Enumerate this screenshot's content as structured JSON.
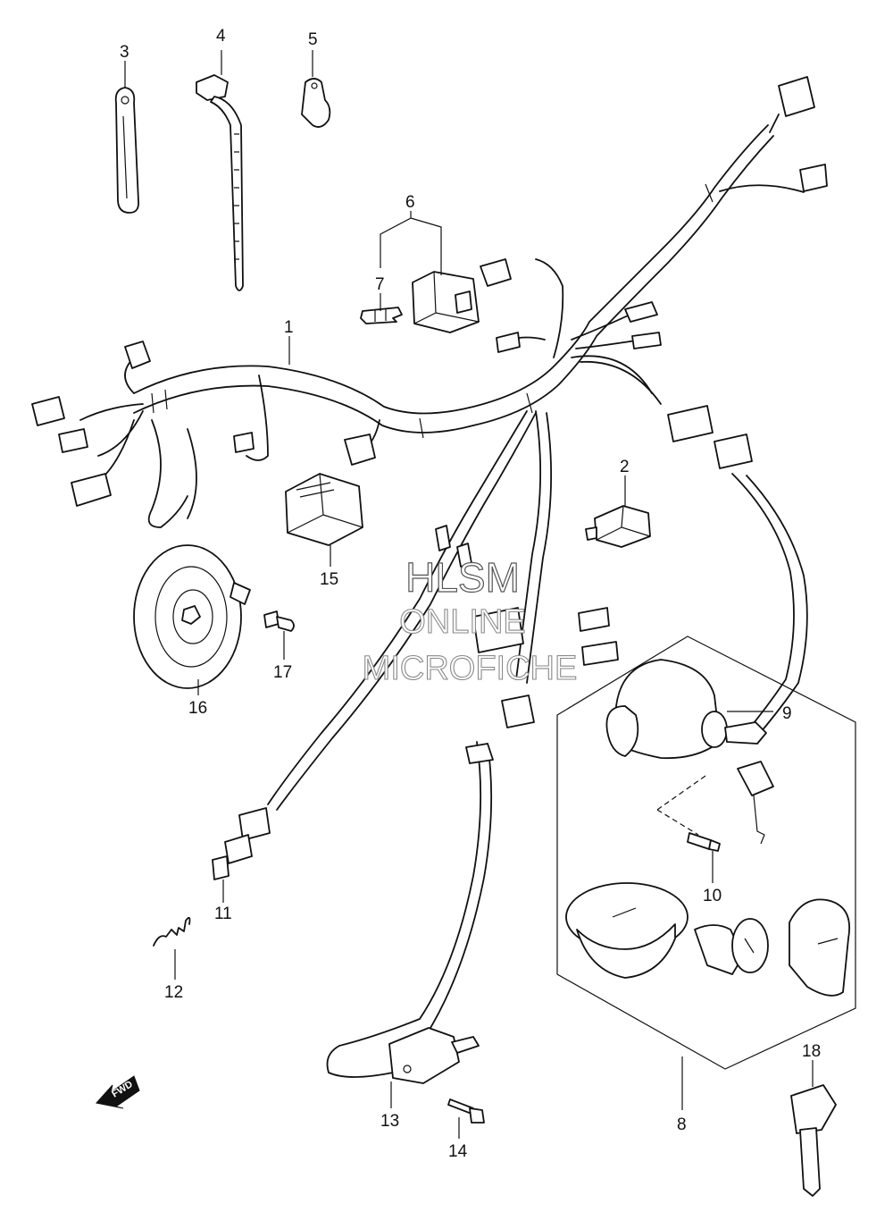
{
  "callouts": [
    "1",
    "2",
    "3",
    "4",
    "5",
    "6",
    "7",
    "8",
    "9",
    "10",
    "11",
    "12",
    "13",
    "14",
    "15",
    "16",
    "17",
    "18"
  ],
  "watermark": {
    "line1": "HLSM",
    "line2": "ONLINE",
    "line3": "MICROFICHE"
  },
  "fwd_label": "FWD"
}
